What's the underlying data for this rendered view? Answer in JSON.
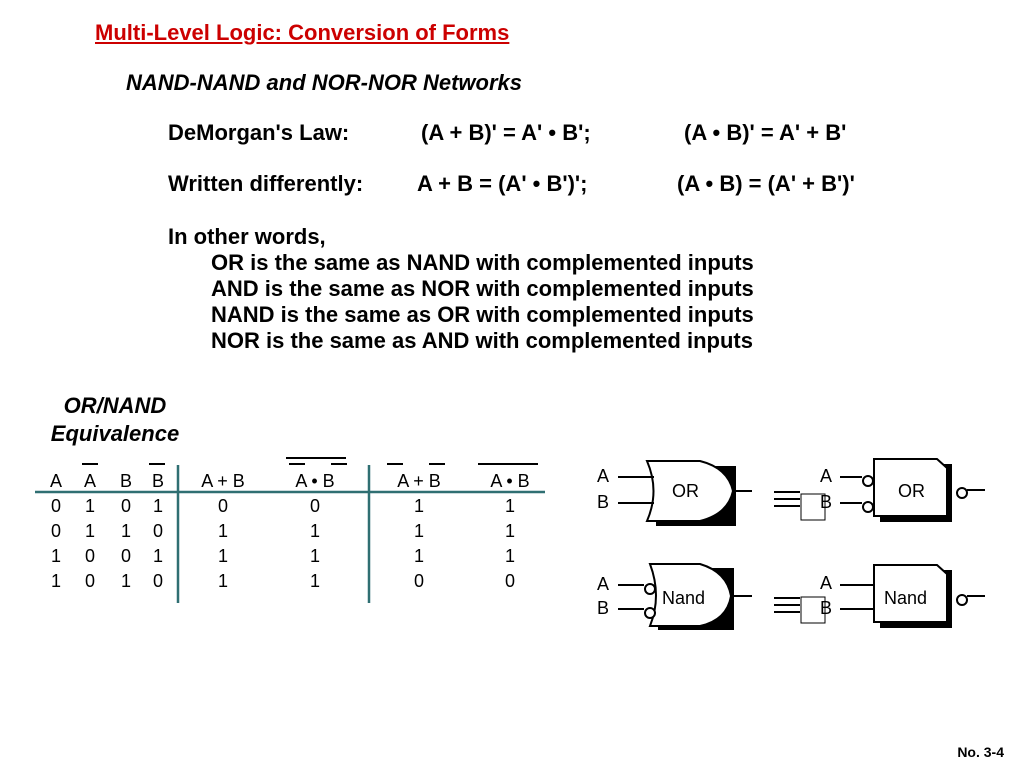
{
  "title": "Multi-Level Logic: Conversion of Forms",
  "subtitle": "NAND-NAND and NOR-NOR Networks",
  "demorgan": {
    "label": "DeMorgan's Law:",
    "eq1": "(A + B)'  =  A'  • B';",
    "eq2": "(A • B)'  =  A'  +  B'"
  },
  "written": {
    "label": "Written differently:",
    "eq1": "A  +  B  =  (A' • B')';",
    "eq2": "(A • B)  =  (A'  +  B')'"
  },
  "other_words": "In other words,",
  "rules": [
    "OR is the same as NAND with complemented inputs",
    "AND is the same as NOR with complemented inputs",
    "NAND is the same as OR with complemented inputs",
    "NOR is the same as AND with complemented inputs"
  ],
  "equivalence_title": "OR/NAND Equivalence",
  "truth_table": {
    "headers": [
      "A",
      "A",
      "B",
      "B",
      "A + B",
      "A •  B",
      "A + B",
      "A •  B"
    ],
    "rows": [
      [
        "0",
        "1",
        "0",
        "1",
        "0",
        "0",
        "1",
        "1"
      ],
      [
        "0",
        "1",
        "1",
        "0",
        "1",
        "1",
        "1",
        "1"
      ],
      [
        "1",
        "0",
        "0",
        "1",
        "1",
        "1",
        "1",
        "1"
      ],
      [
        "1",
        "0",
        "1",
        "0",
        "1",
        "1",
        "0",
        "0"
      ]
    ]
  },
  "gates": {
    "input_a": "A",
    "input_b": "B",
    "or_label": "OR",
    "nand_label": "Nand"
  },
  "page_number": "No. 3-4"
}
